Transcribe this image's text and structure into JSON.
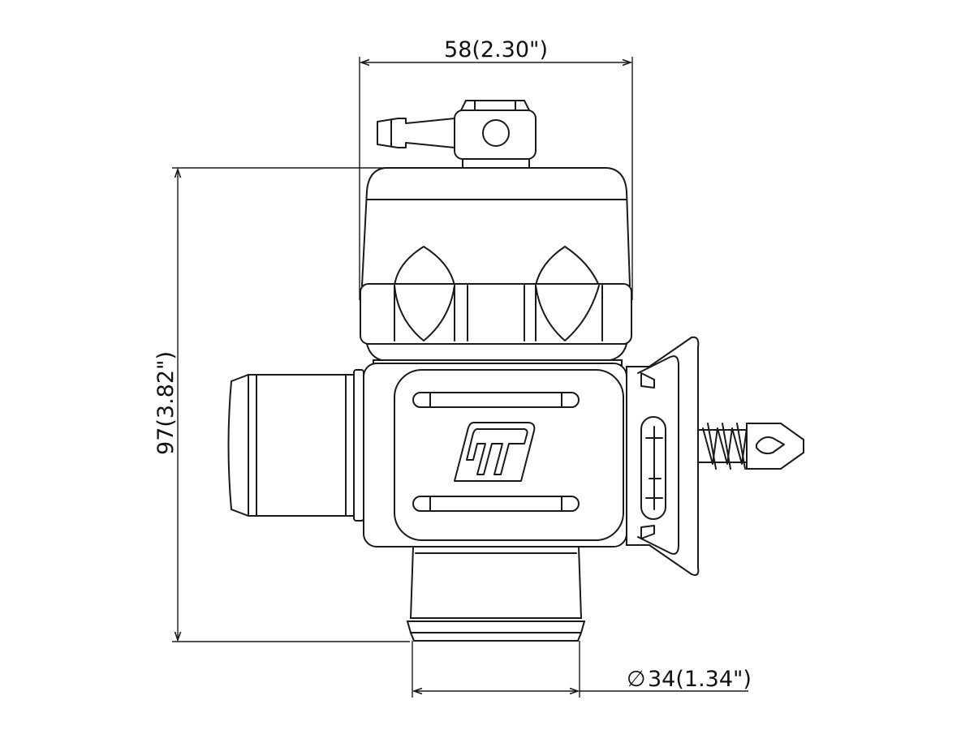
{
  "dimensions": {
    "width_label": "58(2.30\")",
    "height_label": "97(3.82\")",
    "diameter_label": "34(1.34\")",
    "diameter_symbol": "∅"
  },
  "colors": {
    "line": "#1a1a1a",
    "background": "#ffffff"
  },
  "logo": {
    "icon": "ti-logo-icon"
  }
}
